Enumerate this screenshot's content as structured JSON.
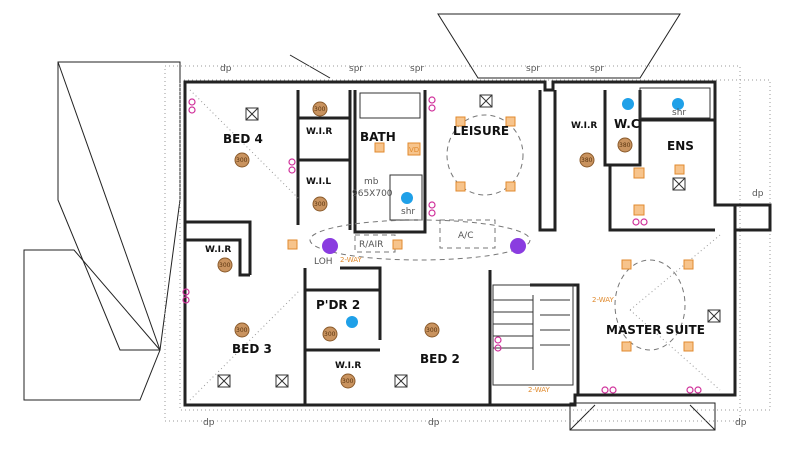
{
  "plan": {
    "rooms": {
      "bed4": "BED 4",
      "wir_bed4": "W.I.R",
      "bath": "BATH",
      "leisure": "LEISURE",
      "wir_master": "W.I.R",
      "wc": "W.C",
      "ens": "ENS",
      "wil": "W.I.L",
      "wir_bed3": "W.I.R",
      "bed3": "BED 3",
      "pdr2": "P'DR 2",
      "wir_bed2": "W.I.R",
      "bed2": "BED 2",
      "master": "MASTER SUITE"
    },
    "annotations": {
      "dp": "dp",
      "spr": "spr",
      "downlight": "300",
      "downlight_alt": "380",
      "return_air": "R/AIR",
      "ac": "A/C",
      "two_way": "2-WAY",
      "loh": "LOH",
      "vd": "VD",
      "shower": "shr",
      "mb": "mb",
      "mb_size": "965X700"
    },
    "colors": {
      "wall": "#222222",
      "light_switch": "#e08a2e",
      "power_point": "#d0329b",
      "exhaust_fan": "#8a3ce0",
      "shower_head": "#1fa0e8"
    }
  }
}
